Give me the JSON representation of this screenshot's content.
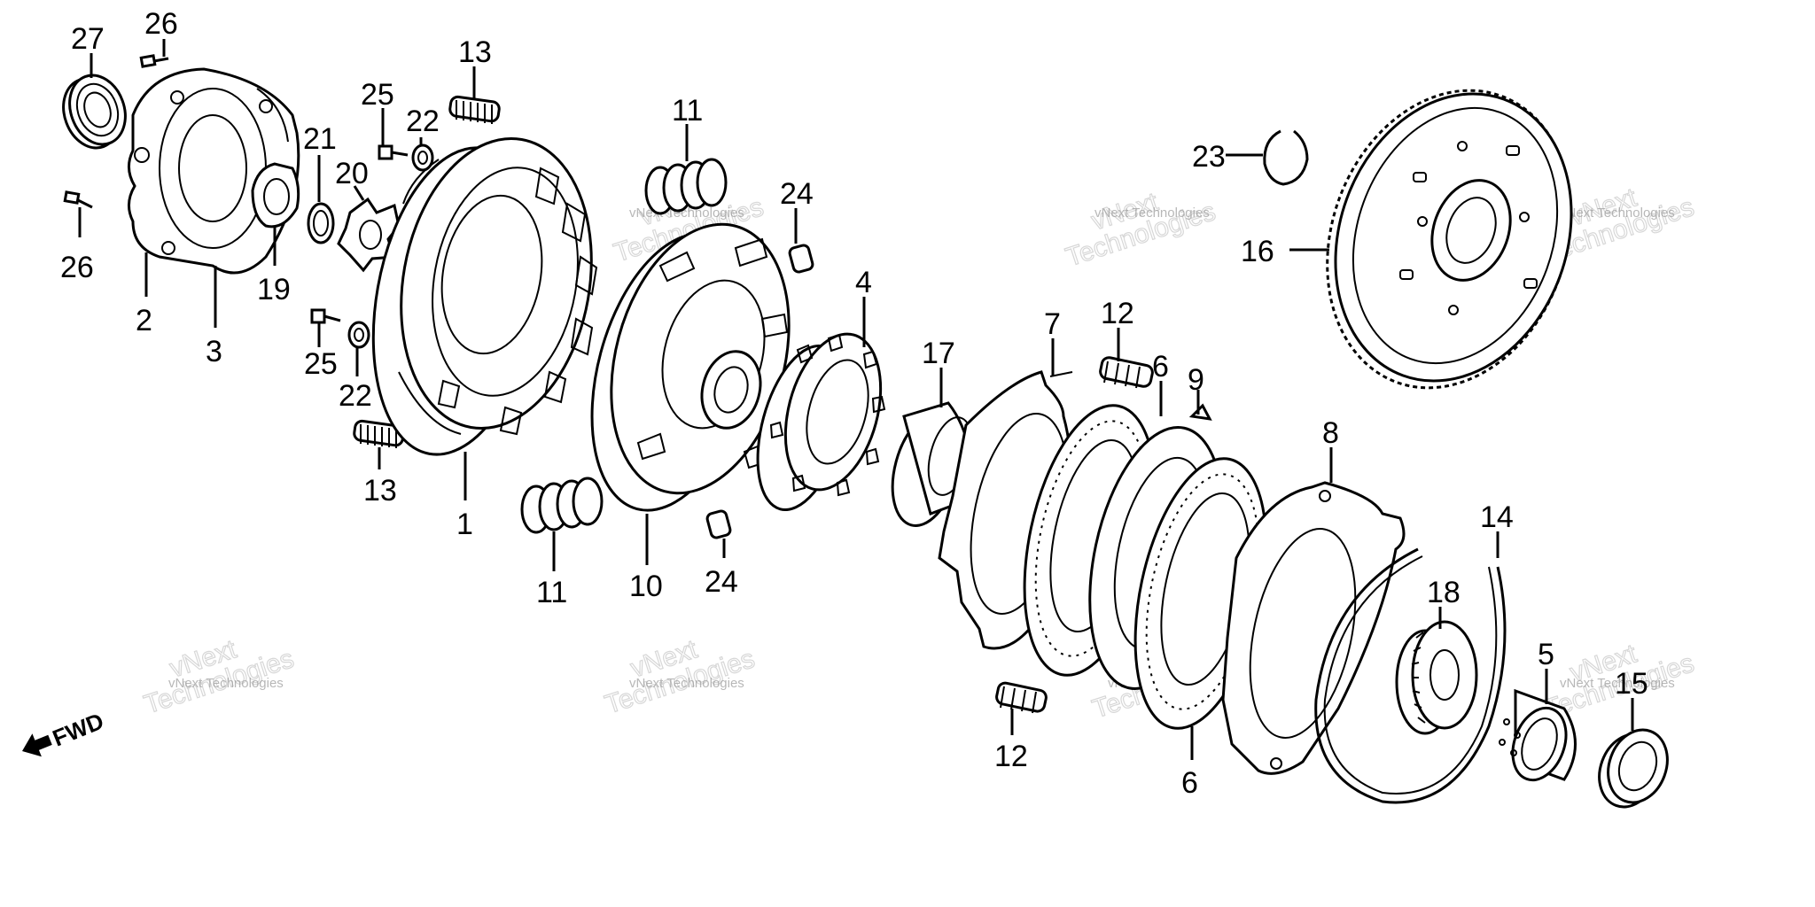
{
  "callouts": {
    "c1": "1",
    "c2": "2",
    "c3": "3",
    "c4": "4",
    "c5": "5",
    "c6a": "6",
    "c6b": "6",
    "c7": "7",
    "c8": "8",
    "c9": "9",
    "c10": "10",
    "c11a": "11",
    "c11b": "11",
    "c12a": "12",
    "c12b": "12",
    "c13a": "13",
    "c13b": "13",
    "c14": "14",
    "c15": "15",
    "c16": "16",
    "c17": "17",
    "c18": "18",
    "c19": "19",
    "c20": "20",
    "c21": "21",
    "c22a": "22",
    "c22b": "22",
    "c23": "23",
    "c24a": "24",
    "c24b": "24",
    "c25a": "25",
    "c25b": "25",
    "c26a": "26",
    "c26b": "26",
    "c27": "27"
  },
  "watermark": {
    "small": "vNext Technologies",
    "large_a": "vNext",
    "large_b": "Technologies"
  },
  "direction_marker": "FWD"
}
